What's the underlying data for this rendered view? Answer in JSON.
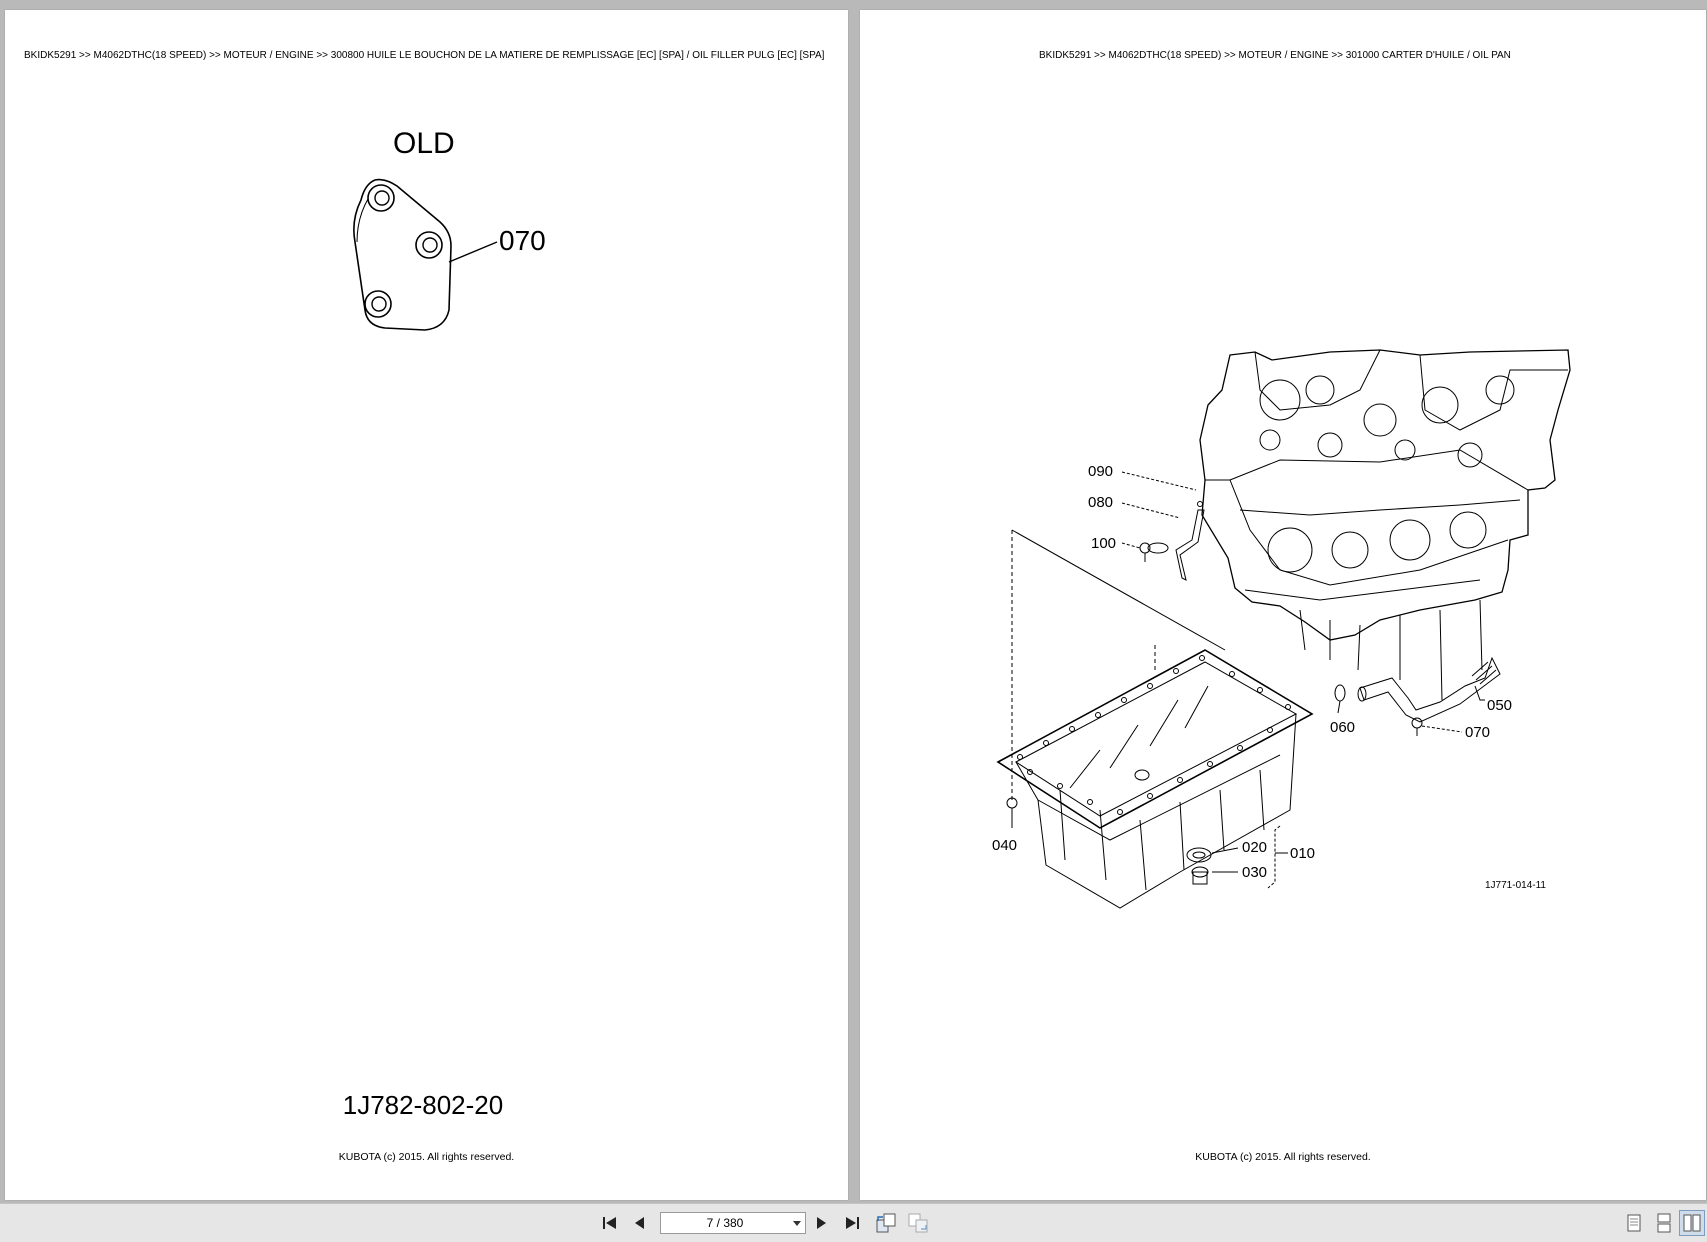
{
  "left_page": {
    "breadcrumb": "BKIDK5291 >> M4062DTHC(18 SPEED) >> MOTEUR / ENGINE >> 300800   HUILE LE BOUCHON DE LA MATIERE DE REMPLISSAGE [EC] [SPA] / OIL FILLER PULG [EC] [SPA]",
    "old_label": "OLD",
    "callout": "070",
    "part_number": "1J782-802-20",
    "copyright": "KUBOTA (c) 2015. All rights reserved."
  },
  "right_page": {
    "breadcrumb": "BKIDK5291 >> M4062DTHC(18 SPEED) >> MOTEUR / ENGINE >> 301000   CARTER D'HUILE / OIL PAN",
    "callouts": {
      "c090": "090",
      "c080": "080",
      "c100": "100",
      "c050": "050",
      "c060": "060",
      "c070": "070",
      "c040": "040",
      "c020": "020",
      "c010": "010",
      "c030": "030"
    },
    "drawing_code": "1J771-014-11",
    "copyright": "KUBOTA (c) 2015. All rights reserved."
  },
  "toolbar": {
    "page_indicator": "7 / 380",
    "icons": [
      "first-page-icon",
      "prev-page-icon",
      "next-page-icon",
      "last-page-icon",
      "go-back-icon",
      "go-forward-icon",
      "single-page-view-icon",
      "continuous-view-icon",
      "two-page-view-icon"
    ]
  }
}
